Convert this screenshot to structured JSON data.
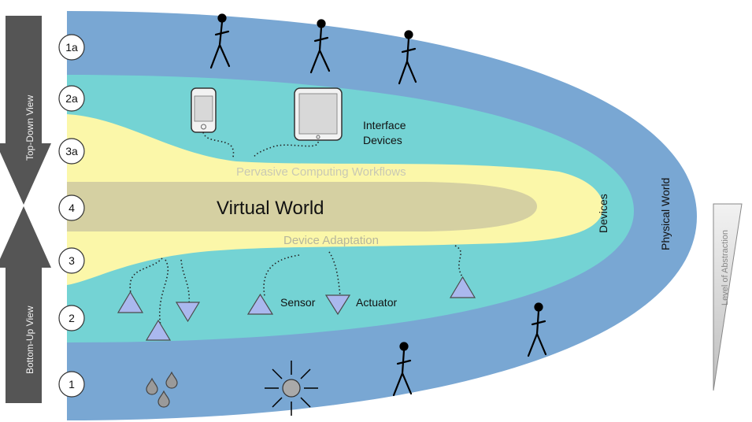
{
  "levels": [
    "1a",
    "2a",
    "3a",
    "4",
    "3",
    "2",
    "1"
  ],
  "arrows": {
    "top_down": "Top-Down View",
    "bottom_up": "Bottom-Up View"
  },
  "regions": {
    "physical": "Physical World",
    "devices": "Devices",
    "workflows": "Pervasive Computing Workflows",
    "adaptation": "Device Adaptation",
    "virtual": "Virtual World"
  },
  "labels": {
    "interface_line1": "Interface",
    "interface_line2": "Devices",
    "sensor": "Sensor",
    "actuator": "Actuator"
  },
  "abstraction": "Level of Abstraction",
  "colors": {
    "physical": "#79a7d3",
    "devices": "#74d3d4",
    "workflow": "#fbf7a9",
    "virtual": "#d5d0a2",
    "arrow": "#555555",
    "triangle": "#aab8ee"
  }
}
